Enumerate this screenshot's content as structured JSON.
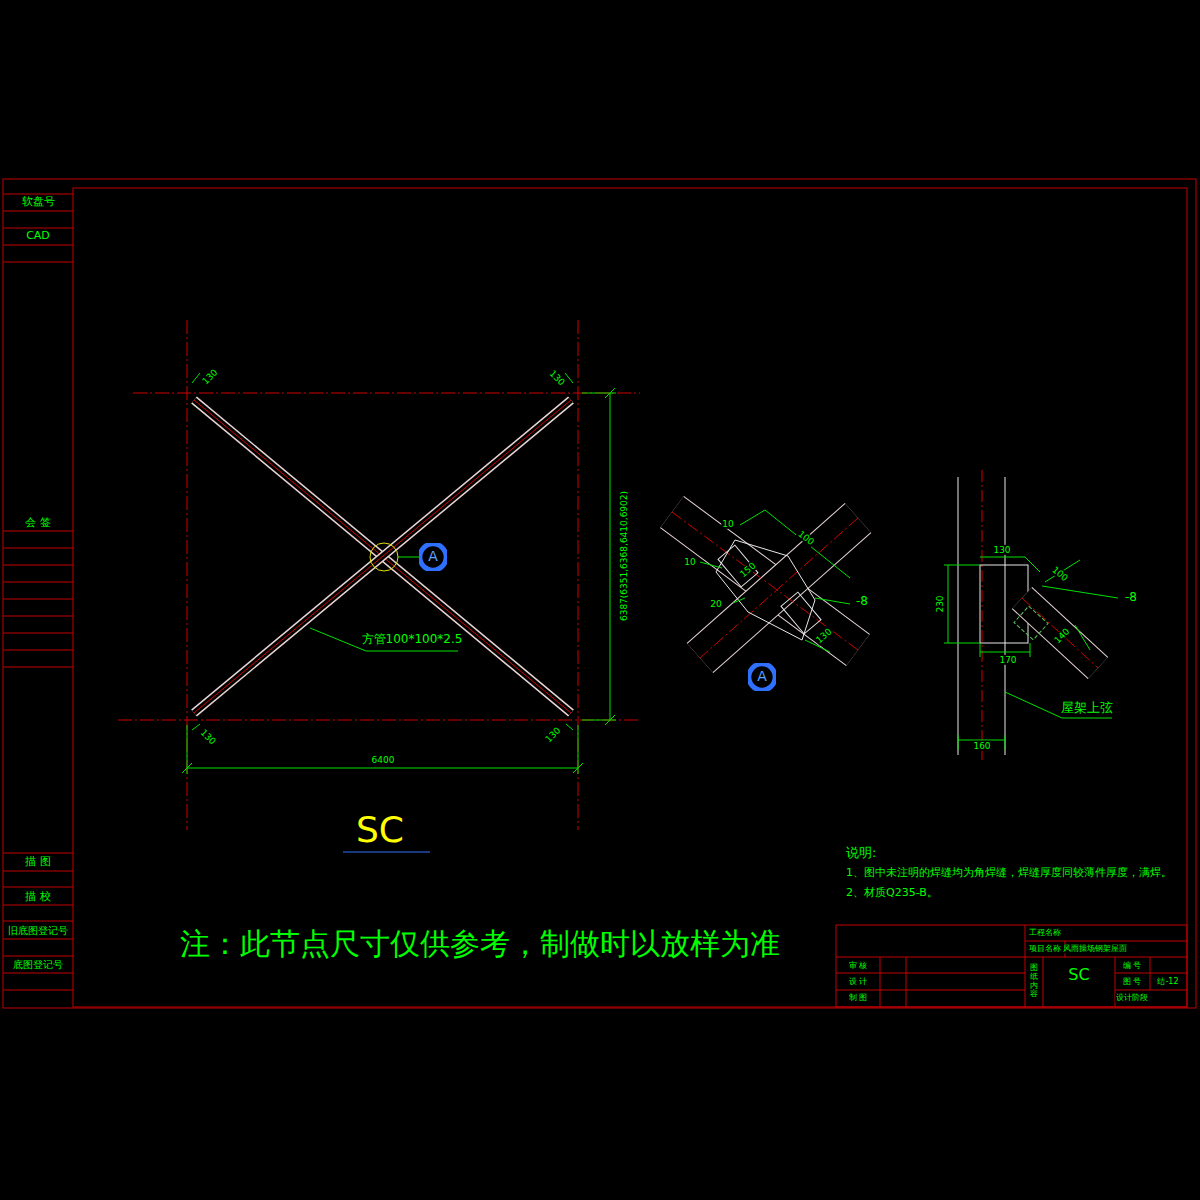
{
  "diagram": {
    "nodes": [
      {
        "text": [
          "A"
        ]
      },
      {
        "text": [
          "A"
        ]
      }
    ],
    "labels": [
      "软盘号",
      "CAD",
      "会 签",
      "描 图",
      "描 校",
      "旧底图登记号",
      "底图登记号",
      "130",
      "130",
      "130",
      "130",
      "方管100*100*2.5",
      "6387(6351,6368,6410,6902)",
      "6400",
      "SC",
      "10",
      "10",
      "100",
      "150",
      "20",
      "-8",
      "130",
      "130",
      "100",
      "-8",
      "230",
      "170",
      "140",
      "屋架上弦",
      "160",
      "说明:",
      "1、图中未注明的焊缝均为角焊缝，焊缝厚度同较薄件厚度，满焊。",
      "2、材质Q235-B。",
      "注：此节点尺寸仅供参考，制做时以放样为准",
      "工程名称",
      "项目名称",
      "风雨操场钢架屋面",
      "审 核",
      "设 计",
      "制 图",
      "图纸内容",
      "SC",
      "编 号",
      "图 号",
      "结-12",
      "设计阶段"
    ]
  }
}
